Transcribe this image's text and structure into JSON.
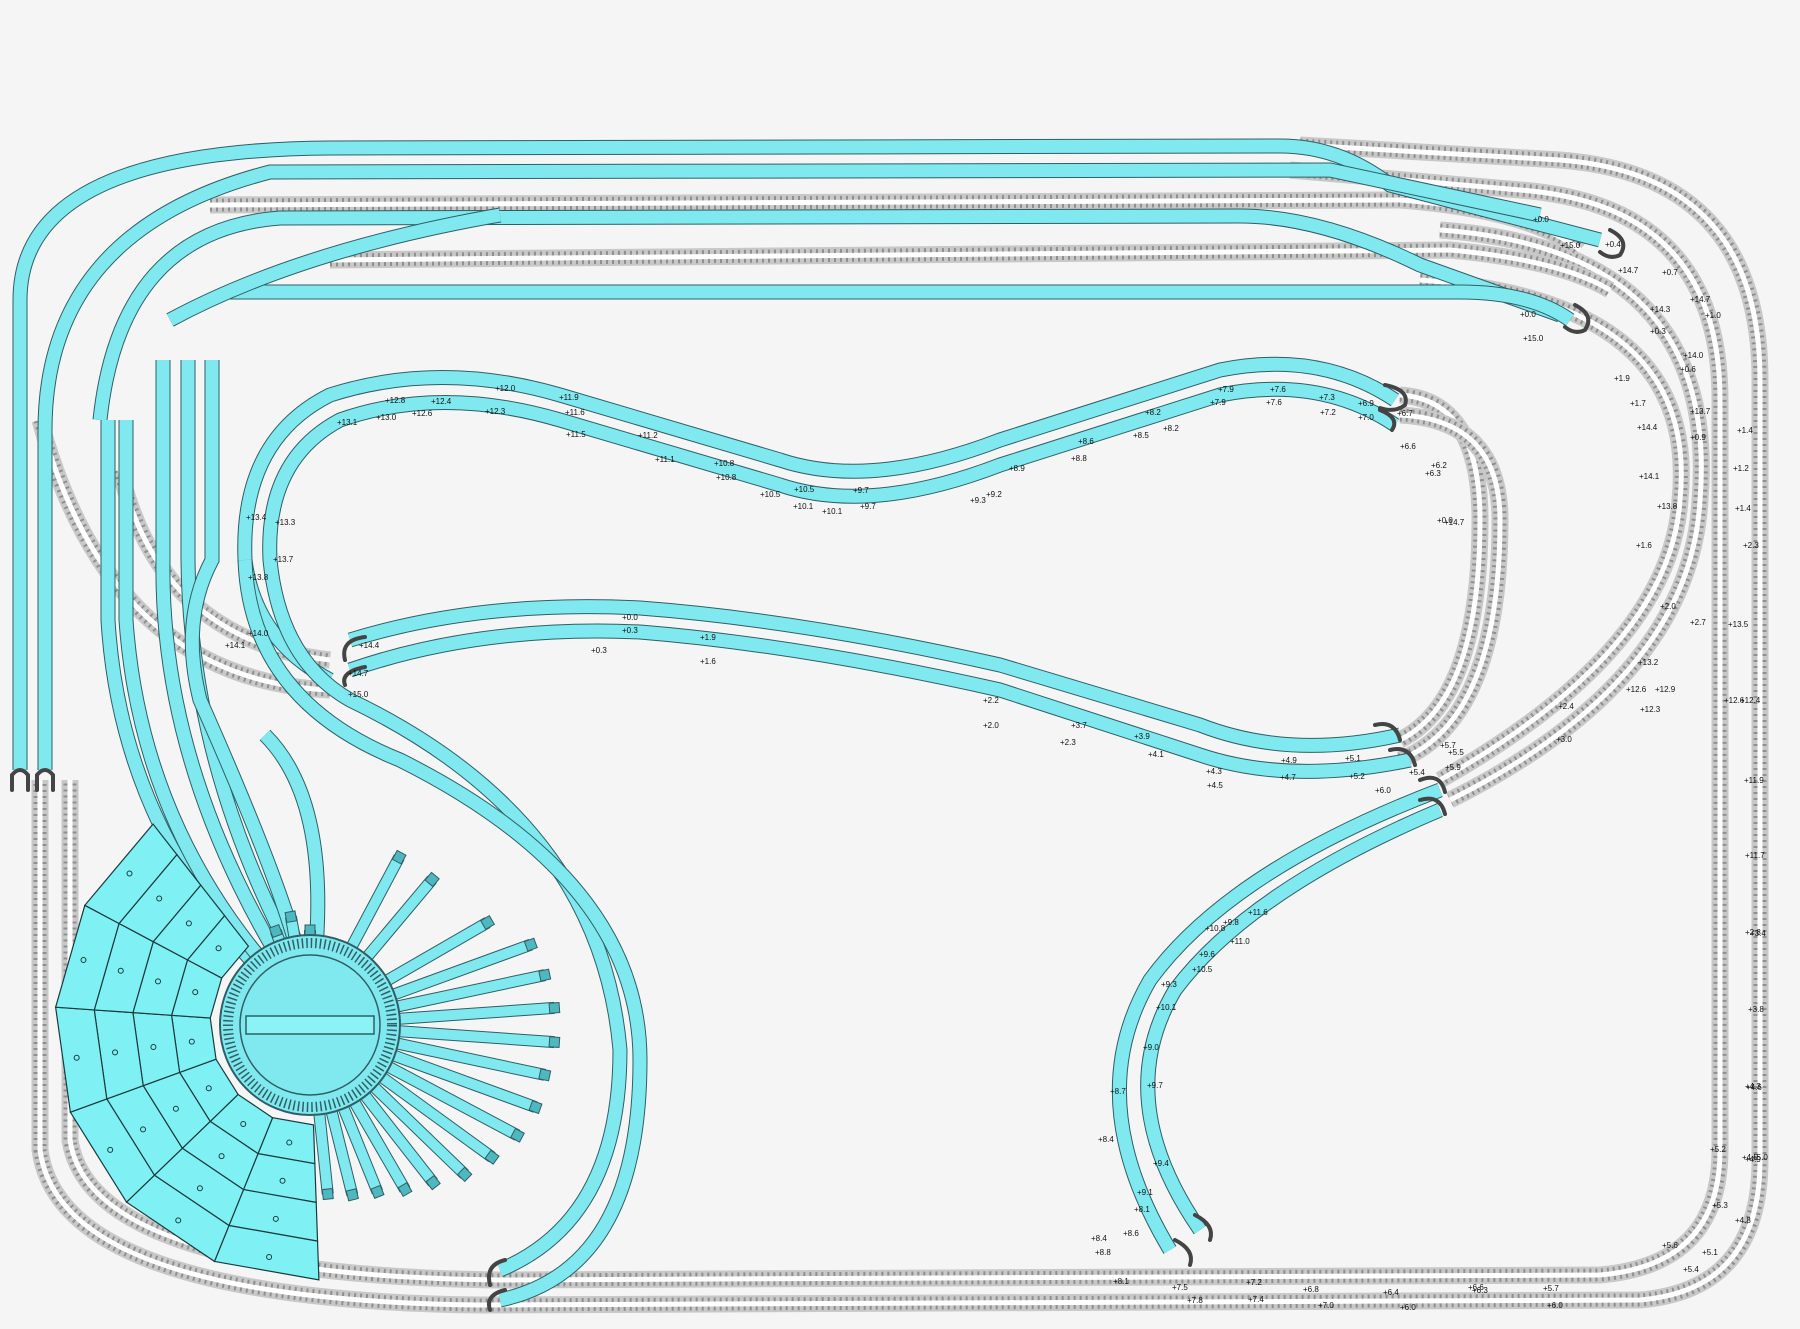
{
  "title": "",
  "colors": {
    "background": "#f5f5f5",
    "highlight_track": "#7fe9ef",
    "highlight_outline": "#2f5f66",
    "grey_track": "#c8c8c8",
    "bumper": "#444444"
  },
  "height_labels": [
    "+14.7",
    "+0.4",
    "+15.0",
    "+0.0",
    "+0.7",
    "+14.3",
    "+1.0",
    "+0.3",
    "+14.0",
    "+0.6",
    "+14.7",
    "+0.0",
    "+15.0",
    "+13.7",
    "+0.9",
    "+1.4",
    "+1.7",
    "+1.2",
    "+1.9",
    "+14.4",
    "+14.1",
    "+13.8",
    "+1.4",
    "+1.6",
    "+2.3",
    "+13.5",
    "+2.0",
    "+2.7",
    "+13.2",
    "+12.6",
    "+12.9",
    "+12.3",
    "+2.4",
    "+3.0",
    "+12.6",
    "+12.4",
    "+11.9",
    "+11.7",
    "+2.8",
    "+3.4",
    "+3.8",
    "+4.3",
    "+4.6",
    "+4.5",
    "+4.9",
    "+5.0",
    "+5.2",
    "+5.3",
    "+4.8",
    "+5.1",
    "+5.6",
    "+5.4",
    "+5.7",
    "+6.0",
    "+6.3",
    "+6.6",
    "+6.0",
    "+6.4",
    "+7.0",
    "+6.8",
    "+7.4",
    "+7.2",
    "+7.8",
    "+7.5",
    "+8.1",
    "+8.4",
    "+8.8",
    "+8.6",
    "+8.1",
    "+9.1",
    "+8.4",
    "+9.4",
    "+8.7",
    "+9.7",
    "+9.0",
    "+10.1",
    "+9.3",
    "+10.5",
    "+9.6",
    "+10.8",
    "+9.8",
    "+11.6",
    "+11.0",
    "+6.0",
    "+5.9",
    "+5.7",
    "+5.5",
    "+5.4",
    "+5.2",
    "+5.1",
    "+4.9",
    "+4.7",
    "+4.5",
    "+4.3",
    "+4.1",
    "+3.9",
    "+3.7",
    "+2.3",
    "+2.2",
    "+2.0",
    "+1.9",
    "+1.6",
    "+0.3",
    "+0.0",
    "+0.3",
    "+15.0",
    "+14.7",
    "+14.4",
    "+14.1",
    "+14.0",
    "+13.8",
    "+13.7",
    "+13.4",
    "+13.3",
    "+13.1",
    "+13.0",
    "+12.8",
    "+12.6",
    "+12.4",
    "+12.3",
    "+12.0",
    "+11.9",
    "+11.6",
    "+11.5",
    "+11.2",
    "+11.1",
    "+10.8",
    "+10.8",
    "+10.5",
    "+10.5",
    "+10.1",
    "+10.1",
    "+9.7",
    "+9.7",
    "+9.3",
    "+9.2",
    "+8.9",
    "+8.8",
    "+8.6",
    "+8.5",
    "+8.2",
    "+8.2",
    "+7.9",
    "+7.9",
    "+7.6",
    "+7.6",
    "+7.3",
    "+7.2",
    "+7.0",
    "+6.9",
    "+6.7",
    "+6.6",
    "+6.3",
    "+6.2",
    "+0.0",
    "+14.7"
  ],
  "turntable": {
    "radiating_tracks": 20,
    "roundhouse_stalls": 24
  }
}
